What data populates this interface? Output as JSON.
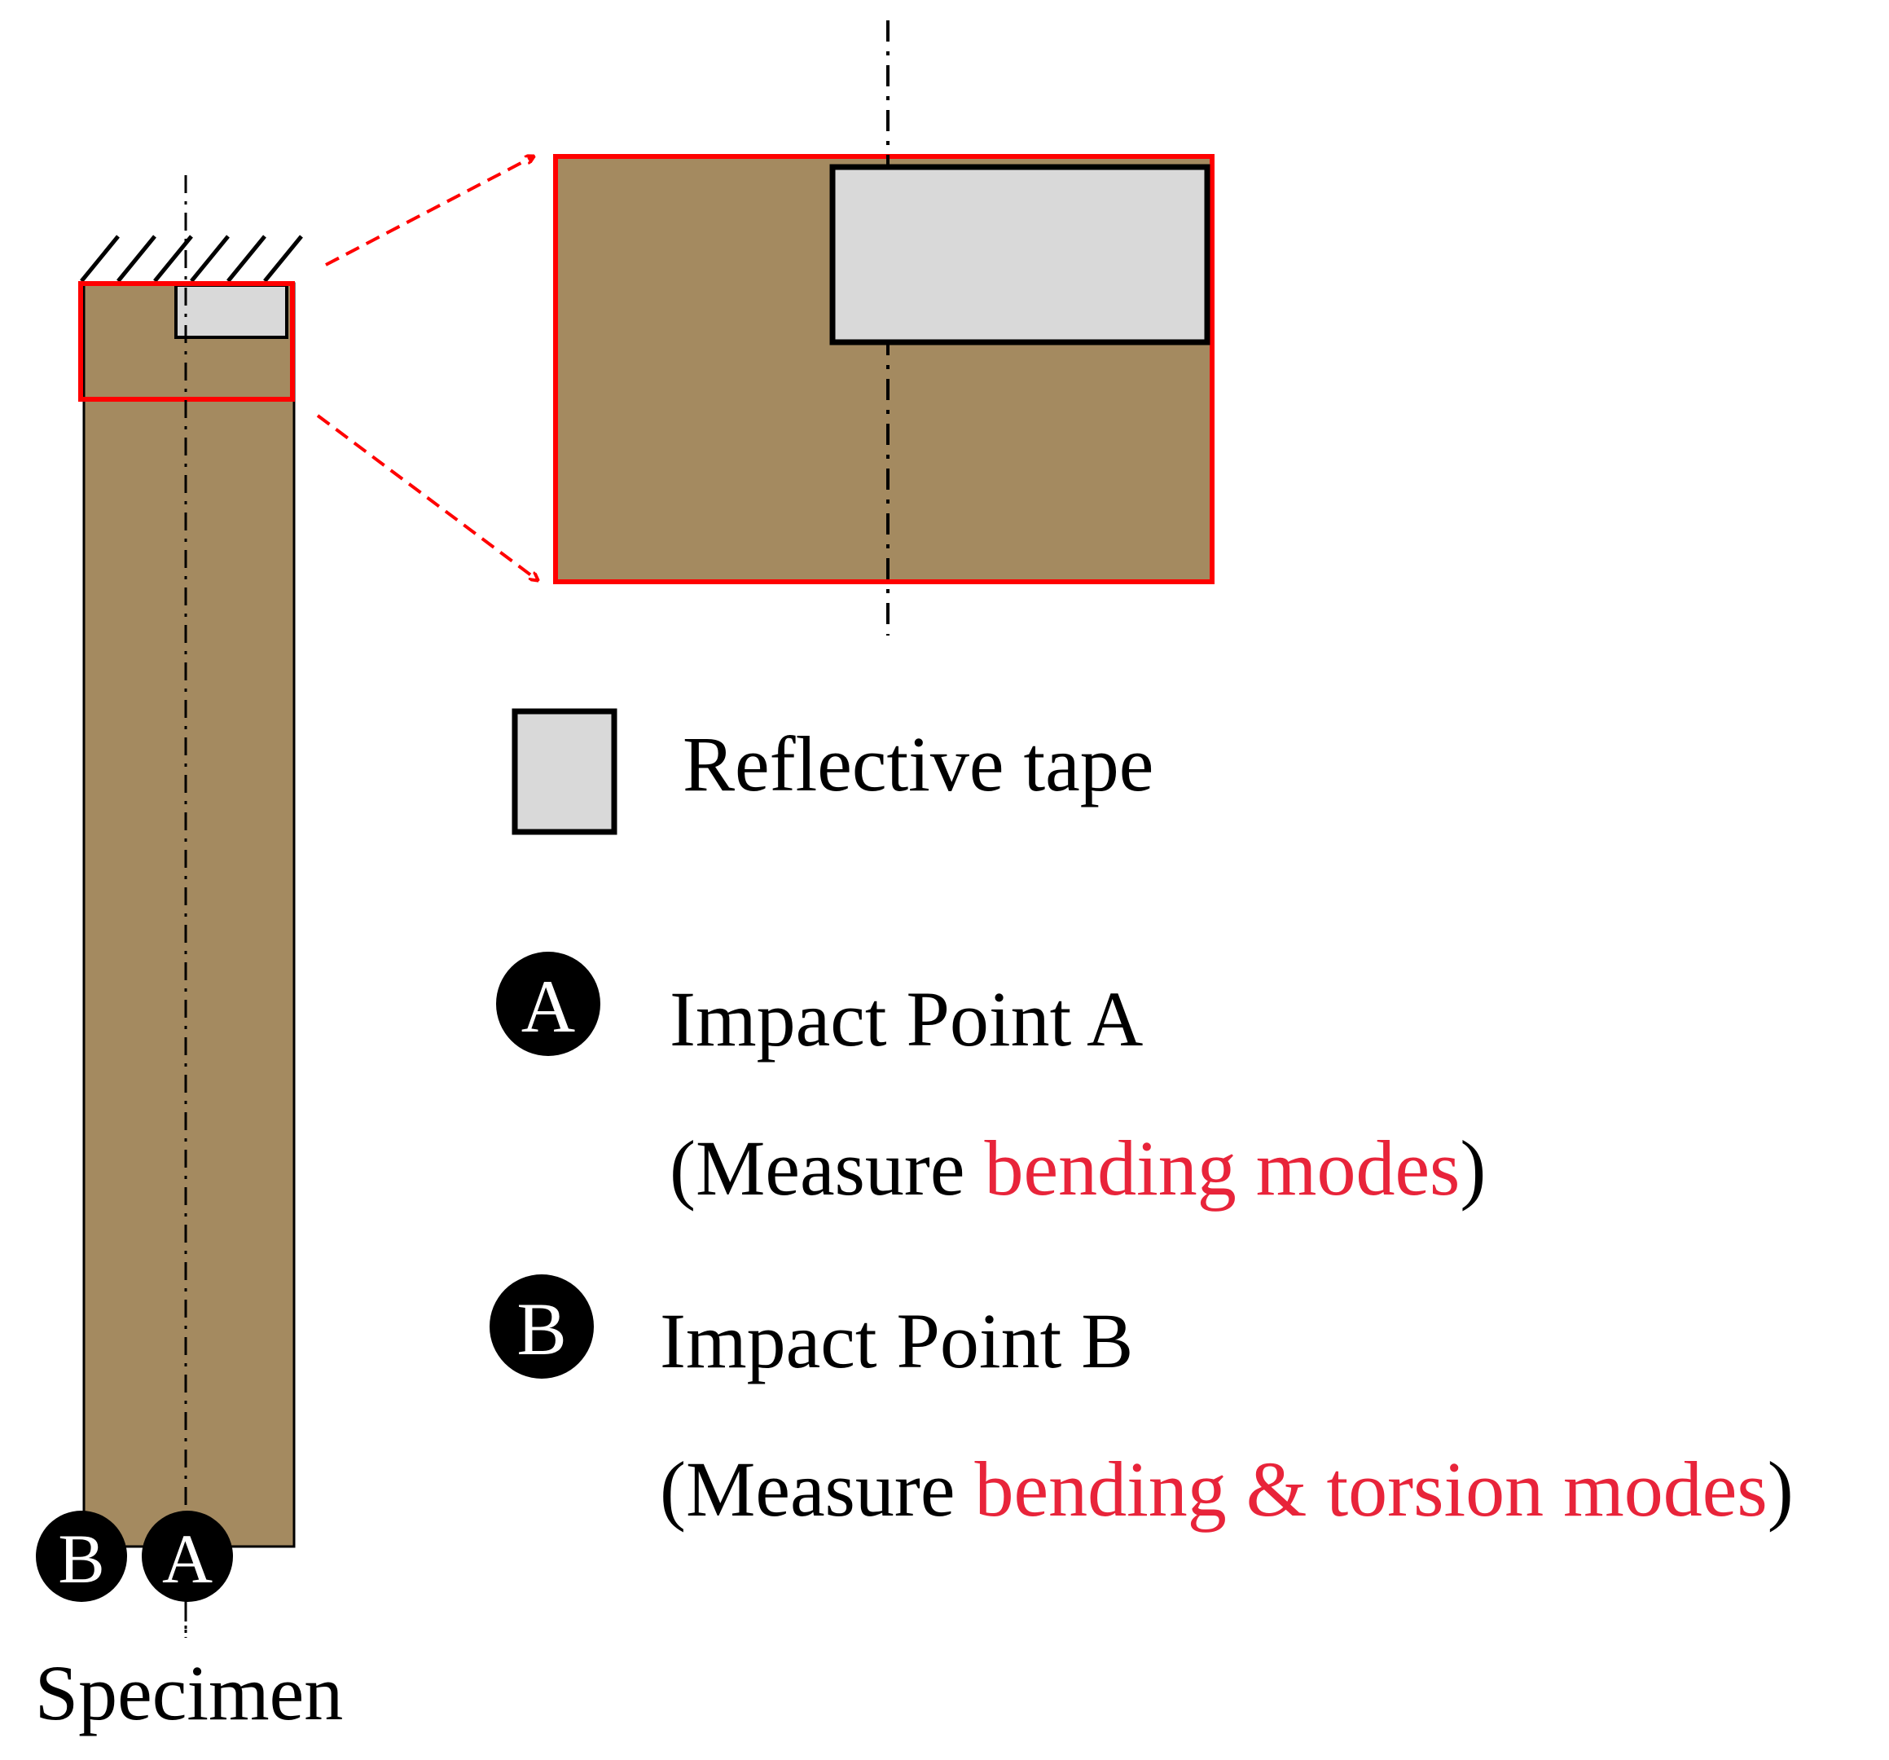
{
  "specimen": {
    "label": "Specimen",
    "point_b_marker": "B",
    "point_a_marker": "A"
  },
  "legend": {
    "reflective_tape": {
      "label": "Reflective tape"
    },
    "impact_point_a": {
      "marker": "A",
      "title": "Impact Point A",
      "desc_open": "(Measure ",
      "desc_highlight": "bending modes",
      "desc_close": ")"
    },
    "impact_point_b": {
      "marker": "B",
      "title": "Impact Point B",
      "desc_open": "(Measure ",
      "desc_highlight": "bending & torsion modes",
      "desc_close": ")"
    }
  },
  "colors": {
    "specimen_fill": "#a48a60",
    "tape_fill": "#d9d9d9",
    "highlight_red": "#ff0000",
    "emphasis_text": "#e8243a",
    "outline": "#000000"
  }
}
